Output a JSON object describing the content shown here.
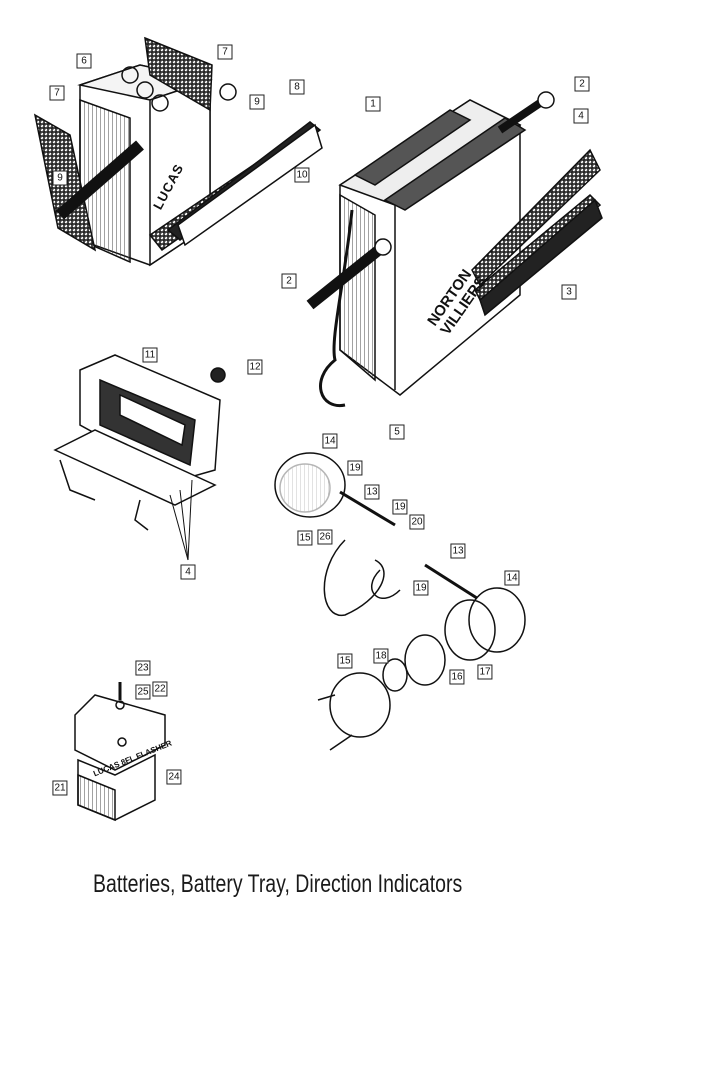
{
  "title": "Batteries, Battery Tray, Direction Indicators",
  "callouts": {
    "c7a": "7",
    "c6": "6",
    "c7b": "7",
    "c9a": "9",
    "c8": "8",
    "c9b": "9",
    "c10": "10",
    "c1": "1",
    "c2a": "2",
    "c4a": "4",
    "c2b": "2",
    "c3": "3",
    "c5": "5",
    "c11": "11",
    "c12": "12",
    "c4b": "4",
    "c14a": "14",
    "c19a": "19",
    "c13a": "13",
    "c19b": "19",
    "c20": "20",
    "c15a": "15",
    "c26": "26",
    "c13b": "13",
    "c19c": "19",
    "c14b": "14",
    "c15b": "15",
    "c18": "18",
    "c16": "16",
    "c17": "17",
    "c23": "23",
    "c25": "25",
    "c22": "22",
    "c21": "21",
    "c24": "24"
  },
  "labels": {
    "lucas_battery": "LUCAS",
    "norton_battery": "NORTON VILLIERS",
    "flasher": "LUCAS 8FL FLASHER"
  }
}
